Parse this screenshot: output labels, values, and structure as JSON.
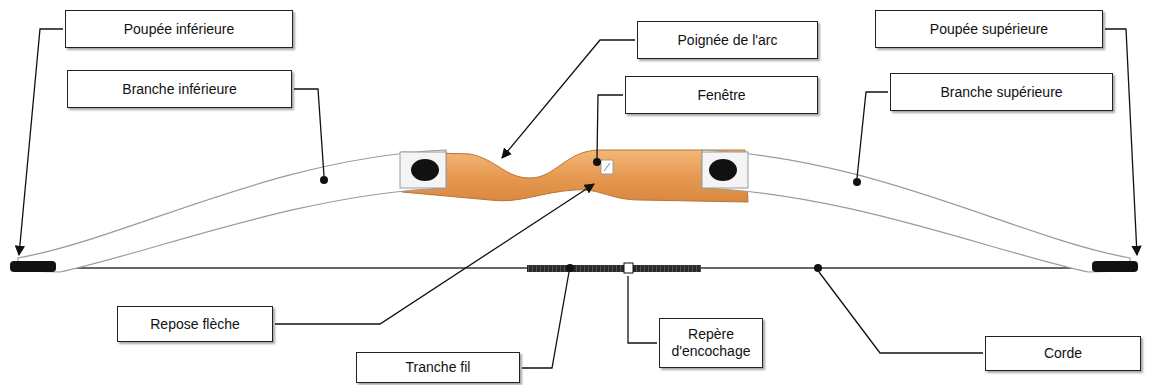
{
  "diagram": {
    "nodes": [
      {
        "text": [
          "Poupée inférieure"
        ]
      },
      {
        "text": [
          "Poignée de l'arc"
        ]
      },
      {
        "text": [
          "Poupée supérieure"
        ]
      },
      {
        "text": [
          "Branche inférieure"
        ]
      },
      {
        "text": [
          "Fenêtre"
        ]
      },
      {
        "text": [
          "Branche supérieure"
        ]
      },
      {
        "text": [
          "Repose flèche"
        ]
      },
      {
        "text": [
          "Repère d'encochage"
        ]
      },
      {
        "text": [
          "Corde"
        ]
      },
      {
        "text": [
          "Tranche fil"
        ]
      }
    ],
    "edges": []
  }
}
